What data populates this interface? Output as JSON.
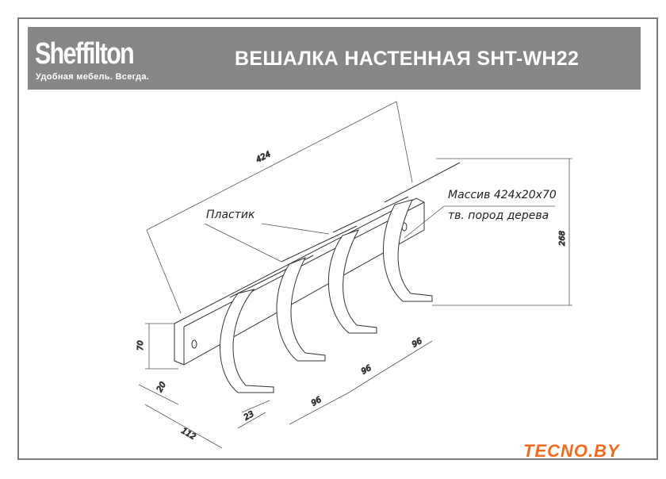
{
  "header": {
    "brand": "Sheffilton",
    "tagline": "Удобная мебель. Всегда.",
    "title": "ВЕШАЛКА НАСТЕННАЯ SHT-WH22"
  },
  "drawing": {
    "dimensions": {
      "length": "424",
      "height_total": "268",
      "board_height": "70",
      "board_depth": "20",
      "hook_offset": "112",
      "hook_width": "23",
      "spacing_1": "96",
      "spacing_2": "96",
      "spacing_3": "96"
    },
    "notes": {
      "plastic": "Пластик",
      "solid_wood_line1": "Массив 424x20x70",
      "solid_wood_line2": "тв. пород дерева"
    }
  },
  "watermark": "TECNO.BY",
  "colors": {
    "header_bg": "#878787",
    "watermark": "#f26a1b"
  }
}
